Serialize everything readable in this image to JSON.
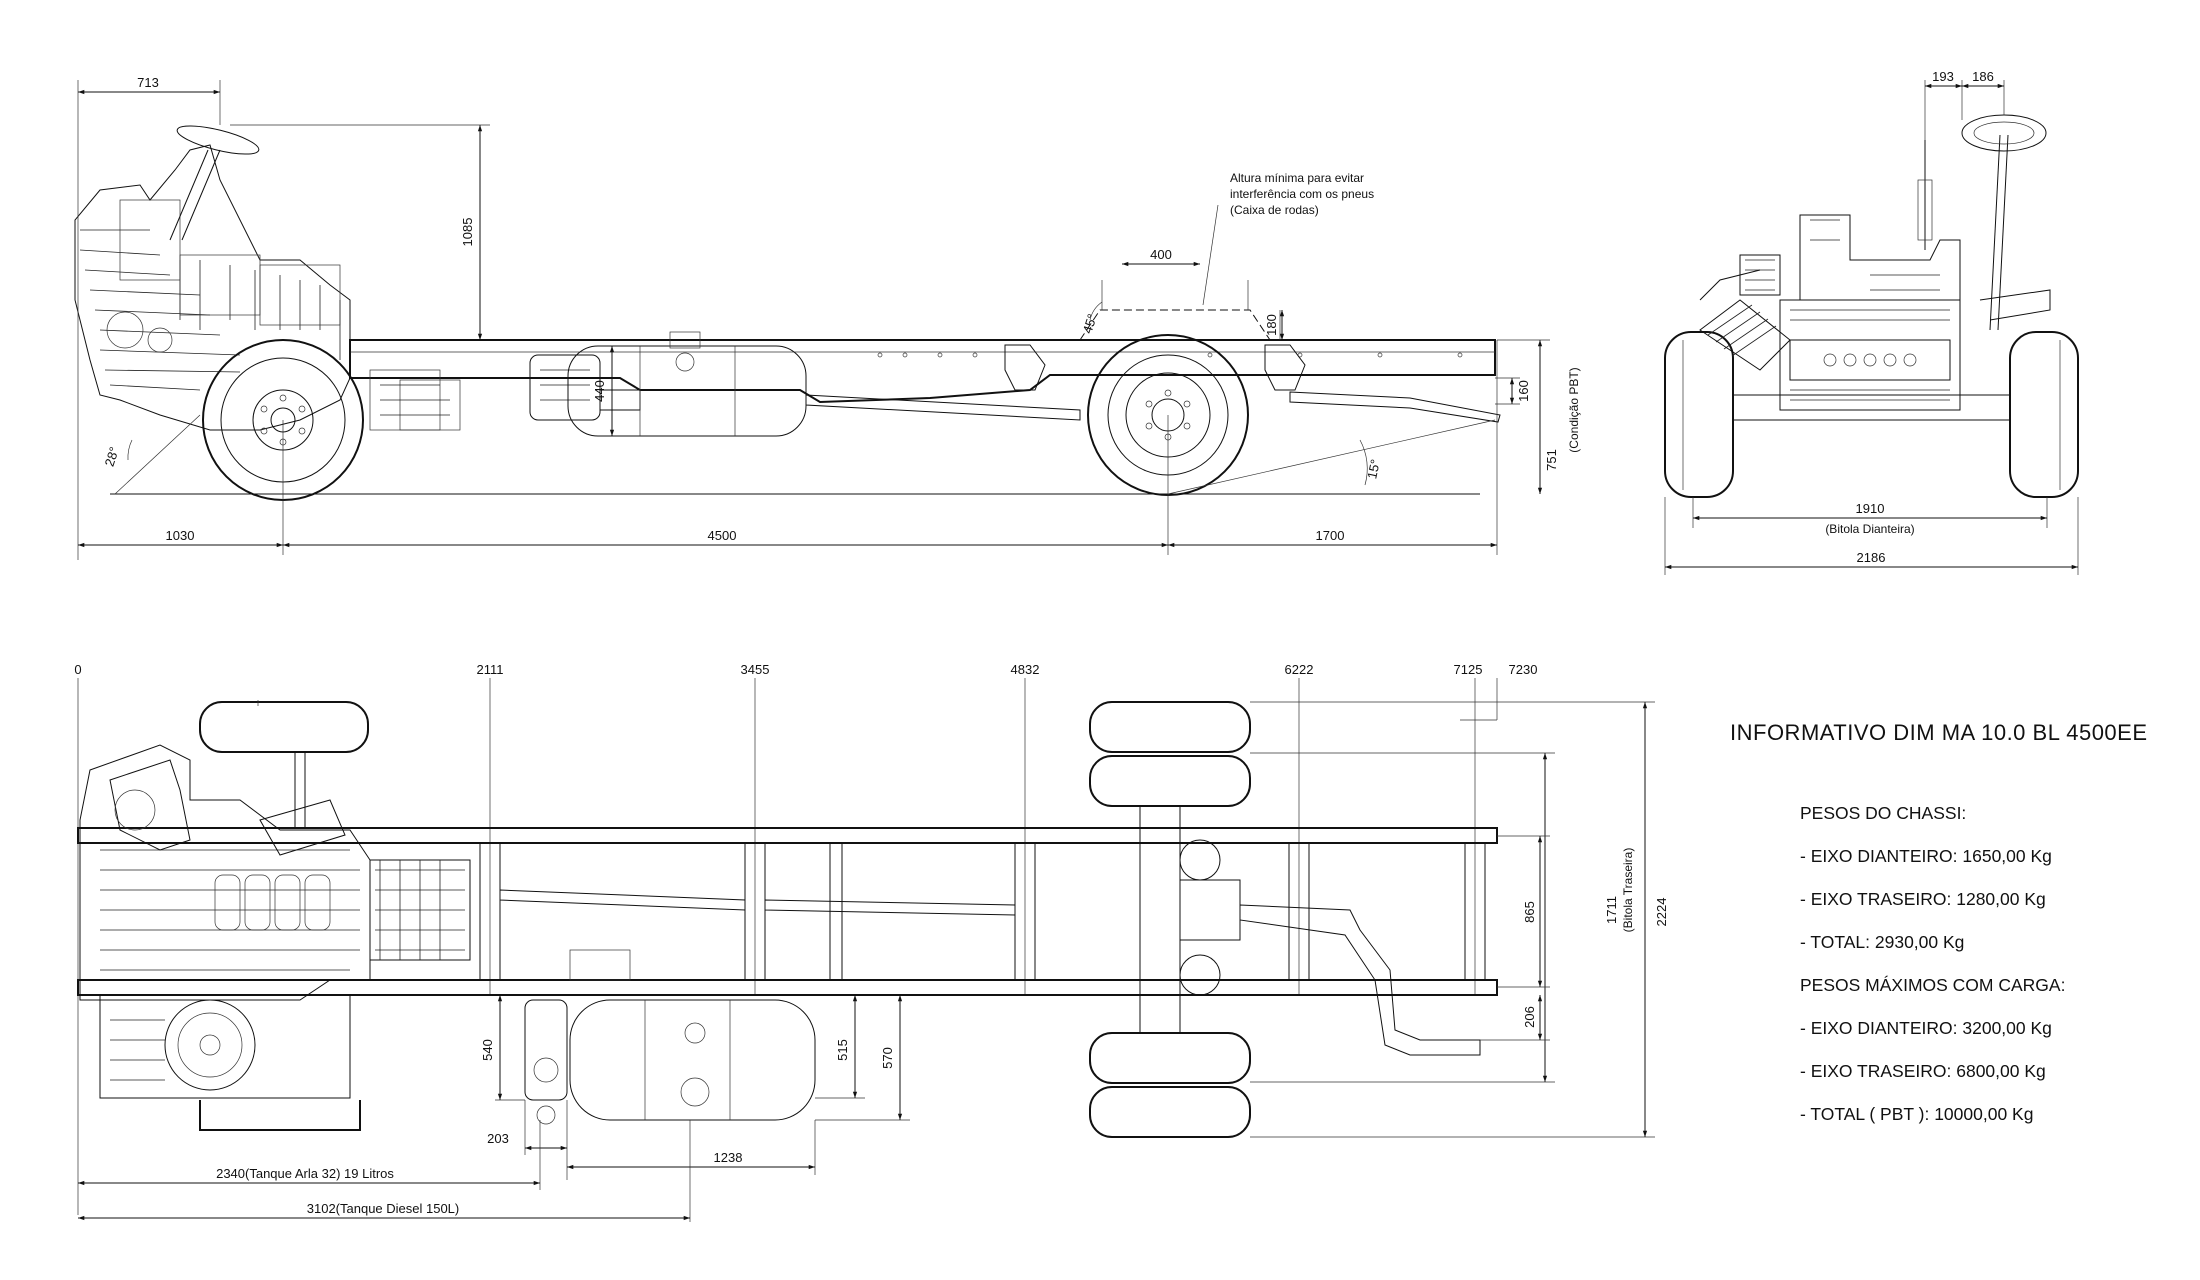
{
  "panel": {
    "title": "INFORMATIVO DIM MA 10.0 BL 4500EE",
    "lines": [
      "PESOS DO CHASSI:",
      "- EIXO DIANTEIRO: 1650,00 Kg",
      "- EIXO TRASEIRO: 1280,00 Kg",
      "- TOTAL: 2930,00 Kg",
      "PESOS MÁXIMOS COM CARGA:",
      "- EIXO DIANTEIRO: 3200,00 Kg",
      "- EIXO TRASEIRO: 6800,00 Kg",
      "- TOTAL ( PBT ): 10000,00 Kg"
    ]
  },
  "side_view": {
    "dims": {
      "steering_offset": "713",
      "steering_height": "1085",
      "front_overhang": "1030",
      "wheelbase": "4500",
      "rear_overhang": "1700",
      "tank_height": "440",
      "frame_height": "160",
      "ground_height": "751",
      "ground_condition": "(Condição PBT)",
      "wheelhouse_width": "400",
      "wheelhouse_height": "180"
    },
    "angles": {
      "approach": "28°",
      "departure": "15°",
      "wheelhouse": "45°"
    },
    "note": [
      "Altura mínima para evitar",
      "interferência com os pneus",
      "(Caixa de rodas)"
    ]
  },
  "front_view": {
    "dims": {
      "left_offset": "193",
      "right_offset": "186",
      "front_track": "1910",
      "front_track_label": "(Bitola Dianteira)",
      "overall_width": "2186"
    }
  },
  "top_view": {
    "stations": [
      "0",
      "2111",
      "3455",
      "4832",
      "6222",
      "7125",
      "7230"
    ],
    "dims": {
      "frame_width": "865",
      "rear_track": "1711",
      "rear_track_label": "(Bitola Traseira)",
      "overall_width": "2224",
      "rail_offset": "206",
      "arla_offset": "540",
      "diesel_offset_1": "515",
      "diesel_offset_2": "570",
      "arla_x": "203",
      "diesel_length": "1238",
      "arla_position": "2340(Tanque Arla 32) 19 Litros",
      "diesel_position": "3102(Tanque Diesel 150L)"
    }
  }
}
